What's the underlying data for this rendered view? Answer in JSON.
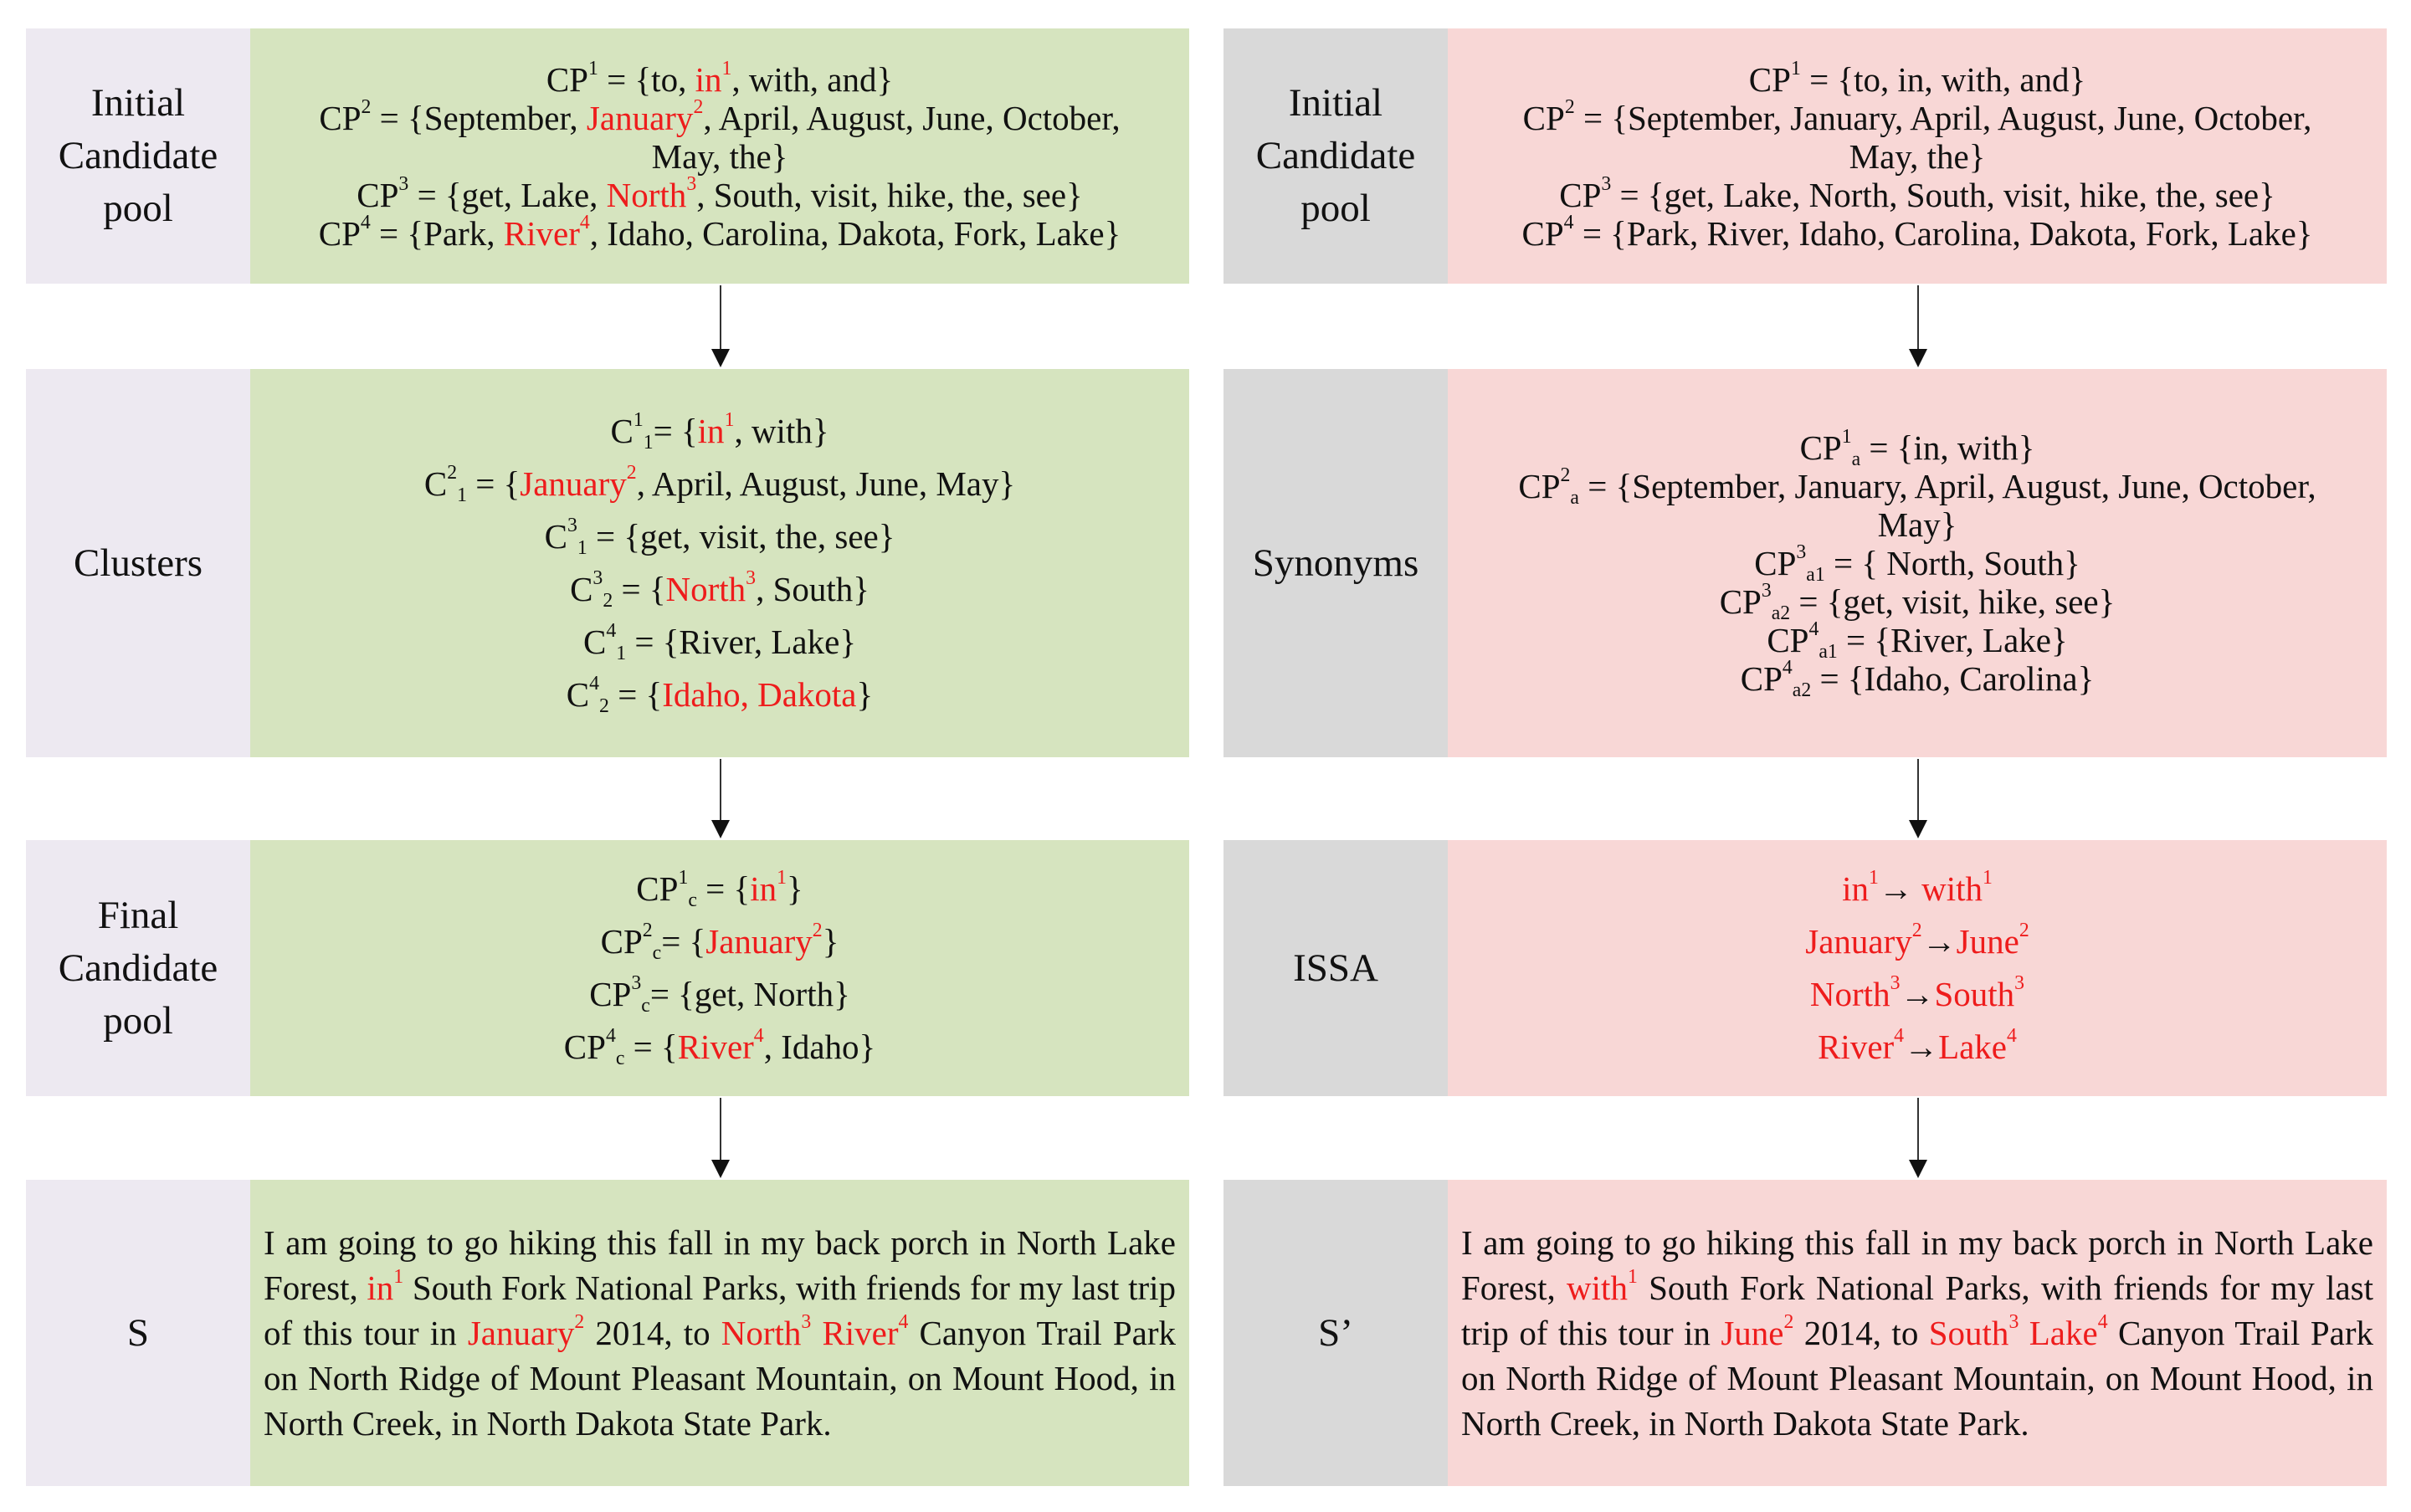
{
  "colors": {
    "left_label_bg": "#ede9f1",
    "left_content_bg": "#d6e4bf",
    "right_label_bg": "#d9d9d9",
    "right_content_bg": "#f8d7d6",
    "highlight": "#ee1c1c"
  },
  "left": {
    "labels": [
      "Initial\nCandidate\npool",
      "Clusters",
      "Final\nCandidate\npool",
      "S"
    ],
    "initial_pool": [
      {
        "a": "CP",
        "b": "1",
        "c": " = {to, ",
        "d": "in",
        "e": "1",
        "f": ", with, and}"
      },
      {
        "a": "CP",
        "b": "2",
        "c": " = {September, ",
        "d": "January",
        "e": "2",
        "f": ", April, August, June, October,"
      },
      {
        "a": "May, the}"
      },
      {
        "a": "CP",
        "b": "3",
        "c": " = {get, Lake, ",
        "d": "North",
        "e": "3",
        "f": ", South, visit, hike, the, see}"
      },
      {
        "a": "CP",
        "b": "4",
        "c": " = {Park, ",
        "d": "River",
        "e": "4",
        "f": ", Idaho, Carolina, Dakota, Fork, Lake}"
      }
    ],
    "clusters": [
      {
        "a": "C",
        "b": "1",
        "s": "1",
        "c": "= {",
        "d": "in",
        "e": "1",
        "f": ", with}"
      },
      {
        "a": "C",
        "b": "2",
        "s": "1",
        "c": " = {",
        "d": "January",
        "e": "2",
        "f": ",  April,  August,  June,  May}"
      },
      {
        "a": "C",
        "b": "3",
        "s": "1",
        "c": "  =  {get,  visit,  the,  see}"
      },
      {
        "a": "C",
        "b": "3",
        "s": "2",
        "c": "  = {",
        "d": "North",
        "e": "3",
        "f": ",  South}"
      },
      {
        "a": "C",
        "b": "4",
        "s": "1",
        "c": "  =  {River,  Lake}"
      },
      {
        "a": "C",
        "b": "4",
        "s": "2",
        "c": "  = {",
        "d": "Idaho,  Dakota",
        "f": "}"
      }
    ],
    "final_pool": [
      {
        "a": "CP",
        "b": "1",
        "s": "c",
        "c": " = {",
        "d": "in",
        "e": "1",
        "f": "}"
      },
      {
        "a": "CP",
        "b": "2",
        "s": "c",
        "c": "= {",
        "d": "January",
        "e": "2",
        "f": "}"
      },
      {
        "a": "CP",
        "b": "3",
        "s": "c",
        "c": "= {get, North}"
      },
      {
        "a": "CP",
        "b": "4",
        "s": "c",
        "c": " = {",
        "d": "River",
        "e": "4",
        "f": ", Idaho}"
      }
    ],
    "sentence": {
      "p1": "I am going to go hiking this fall in my back porch in North Lake Forest, ",
      "w1": "in",
      "n1": "1",
      "p2": " South Fork National Parks, with friends for my last trip of this tour in ",
      "w2": "January",
      "n2": "2",
      "p3": " 2014, to ",
      "w3": "North",
      "n3": "3",
      "p4": " ",
      "w4": "River",
      "n4": "4",
      "p5": " Canyon Trail Park on North Ridge of Mount Pleasant Mountain, on Mount Hood, in North Creek, in North Dakota State Park."
    }
  },
  "right": {
    "labels": [
      "Initial\nCandidate\npool",
      "Synonyms",
      "ISSA",
      "S’"
    ],
    "initial_pool": [
      {
        "a": "CP",
        "b": "1",
        "c": " = {to, in, with, and}"
      },
      {
        "a": "CP",
        "b": "2",
        "c": " = {September, January, April, August, June, October,"
      },
      {
        "a": "May, the}"
      },
      {
        "a": "CP",
        "b": "3",
        "c": " = {get, Lake, North, South, visit, hike, the, see}"
      },
      {
        "a": "CP",
        "b": "4",
        "c": " = {Park, River, Idaho, Carolina, Dakota, Fork, Lake}"
      }
    ],
    "synonyms": [
      {
        "a": "CP",
        "b": "1",
        "s": "a",
        "c": " = {in, with}"
      },
      {
        "a": "CP",
        "b": "2",
        "s": "a",
        "c": " = {September, January, April, August, June, October,"
      },
      {
        "a": "May}"
      },
      {
        "a": "CP",
        "b": "3",
        "s": "a1",
        "c": " = { North, South}"
      },
      {
        "a": "CP",
        "b": "3",
        "s": "a2",
        "c": " = {get, visit, hike, see}"
      },
      {
        "a": "CP",
        "b": "4",
        "s": "a1",
        "c": " = {River, Lake}"
      },
      {
        "a": "CP",
        "b": "4",
        "s": "a2",
        "c": " = {Idaho, Carolina}"
      }
    ],
    "issa": [
      {
        "from": "in",
        "fn": "1",
        "arrow": "→",
        "to": " with",
        "tn": "1"
      },
      {
        "from": "January",
        "fn": "2",
        "arrow": "→",
        "to": "June",
        "tn": "2"
      },
      {
        "from": "North",
        "fn": "3",
        "arrow": "→",
        "to": "South",
        "tn": "3"
      },
      {
        "from": "River",
        "fn": "4",
        "arrow": "→",
        "to": "Lake",
        "tn": "4"
      }
    ],
    "sentence": {
      "p1": "I am going to go hiking this fall in my back porch in North Lake Forest, ",
      "w1": "with",
      "n1": "1",
      "p2": " South Fork National Parks, with friends for my last trip of this tour in ",
      "w2": "June",
      "n2": "2",
      "p3": " 2014, to ",
      "w3": "South",
      "n3": "3",
      "p4": " ",
      "w4": "Lake",
      "n4": "4",
      "p5": " Canyon Trail Park on North Ridge of Mount Pleasant Mountain, on Mount Hood, in North Creek, in North Dakota State Park."
    }
  }
}
